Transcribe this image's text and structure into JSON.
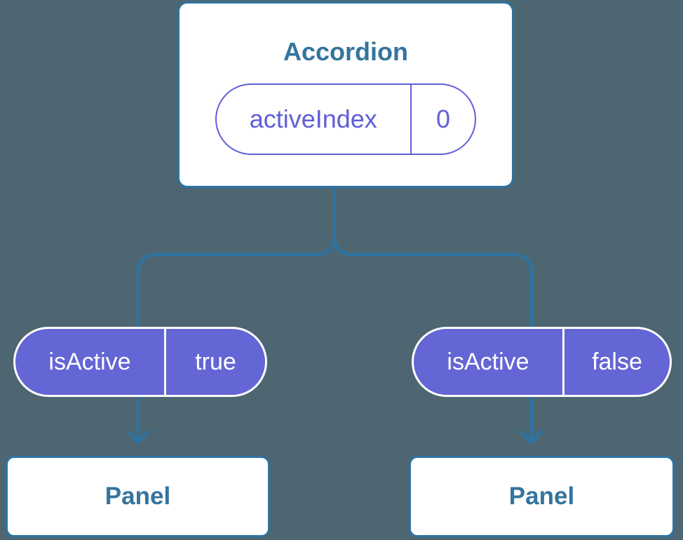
{
  "diagram": {
    "type": "component-tree",
    "root": {
      "title": "Accordion",
      "state_pill": {
        "name": "activeIndex",
        "value": "0"
      }
    },
    "children": [
      {
        "prop_pill": {
          "name": "isActive",
          "value": "true"
        },
        "label": "Panel"
      },
      {
        "prop_pill": {
          "name": "isActive",
          "value": "false"
        },
        "label": "Panel"
      }
    ]
  },
  "colors": {
    "background": "#4d6671",
    "connector_blue": "#2d73a3",
    "label_blue": "#35749e",
    "pill_purple": "#6366d4",
    "pill_outline_purple": "#5f5fd8",
    "node_white": "#ffffff"
  }
}
